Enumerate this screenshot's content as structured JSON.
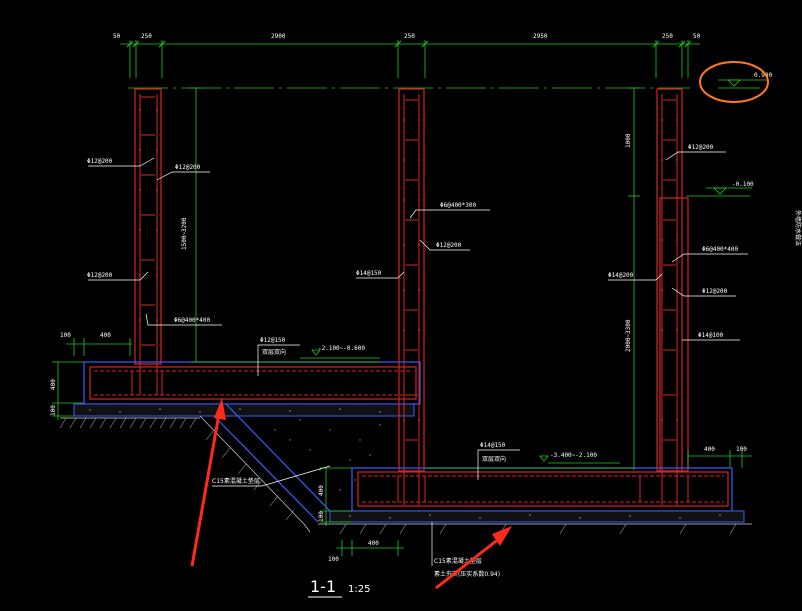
{
  "drawing": {
    "dims_top": [
      "50",
      "250",
      "2900",
      "250",
      "2950",
      "250",
      "50"
    ],
    "section_title": "1-1",
    "section_scale": "1:25"
  },
  "elevations": {
    "top": "0.900",
    "mid": "-0.100"
  },
  "labels": {
    "l_wall1_out": "Φ12@200",
    "l_wall1_in": "Φ12@200",
    "l_wall1_h": "1500~3200",
    "l_wall1_out2": "Φ12@200",
    "l_wall1_tie": "Φ6@400*400",
    "d_100_left": "100",
    "d_400_left": "400",
    "d_400_vert": "400",
    "d_100_vert": "100",
    "l_base1_top": "Φ12@150",
    "l_base1_note": "双层双向",
    "l_base1_elev": "-2.100~-0.600",
    "l_wall2_tie": "Φ6@400*300",
    "l_wall2_a": "Φ12@200",
    "l_wall2_b": "Φ14@150",
    "l_wall3_h1": "1000",
    "l_wall3_a": "Φ12@200",
    "l_wall3_tie": "Φ6@400*400",
    "l_wall3_b": "Φ14@200",
    "l_wall3_c": "Φ12@200",
    "l_wall3_h2": "2000~3300",
    "l_wall3_d": "Φ14@100",
    "d_400_right": "400",
    "d_100_right": "100",
    "l_base2_top": "Φ14@150",
    "l_base2_note": "双层双向",
    "l_base2_elev": "-3.400~-2.100",
    "d_400_vert2": "400",
    "d_100_vert2": "100",
    "l_c15_left": "C15素混凝土垫层",
    "d_100_bot": "100",
    "d_400_bot": "400",
    "l_c15_right": "C15素混凝土垫层",
    "l_compact": "素土夯实(压实系数0.94)",
    "l_side": "外墙防水做法"
  }
}
